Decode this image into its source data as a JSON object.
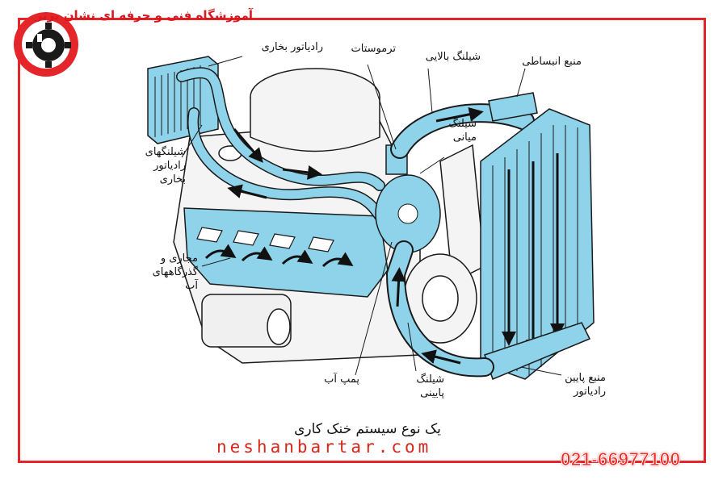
{
  "brand": {
    "school_name": "آموزشگاه فنی و حرفه ای نشان برتر",
    "website": "neshanbartar.com",
    "phone": "021-66977100",
    "accent_color": "#e4262a",
    "logo_icon": "gear-logo-icon"
  },
  "diagram": {
    "caption": "یک نوع سیستم خنک کاری",
    "labels": {
      "heater_radiator": "رادیاتور بخاری",
      "thermostat": "ترموستات",
      "upper_hose": "شیلنگ بالایی",
      "expansion_tank": "منبع انبساطی",
      "bypass_hose": "شیلنگ\nمیانی",
      "heater_hoses": "شیلنگهای\nرادیاتور\nبخاری",
      "water_jackets": "مجاری و\nگذرگاههای\nآب",
      "water_pump": "پمپ آب",
      "lower_hose": "شیلنگ\nپایینی",
      "radiator_lower_tank": "منبع پایین\nرادیاتور"
    },
    "colors": {
      "coolant": "#8fd3ea",
      "outline": "#1a1a1a",
      "engine": "#f4f4f4"
    }
  }
}
